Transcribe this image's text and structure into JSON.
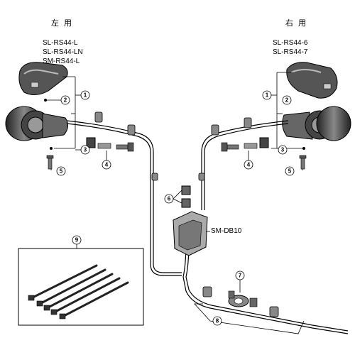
{
  "left": {
    "heading": "左 用",
    "models": [
      "SL-RS44-L",
      "SL-RS44-LN",
      "SM-RS44-L"
    ]
  },
  "right": {
    "heading": "右 用",
    "models": [
      "SL-RS44-6",
      "SL-RS44-7"
    ]
  },
  "junction_label": "SM-DB10",
  "callouts": {
    "c1": "1",
    "c2": "2",
    "c3": "3",
    "c4": "4",
    "c5": "5",
    "c6": "6",
    "c7": "7",
    "c8": "8",
    "c9": "9"
  }
}
